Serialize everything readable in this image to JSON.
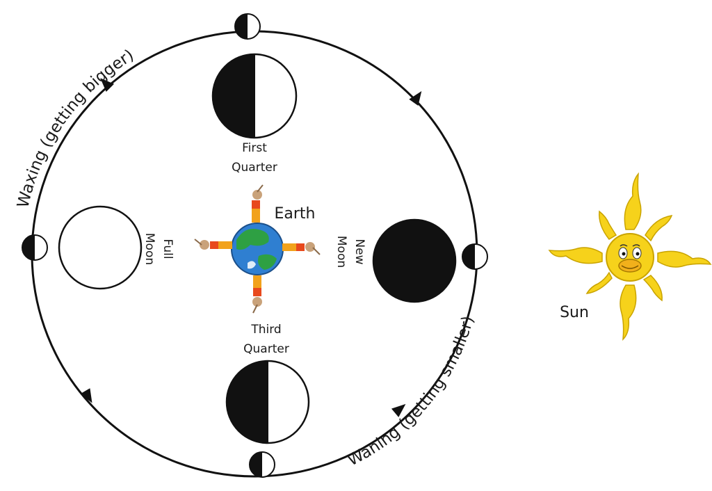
{
  "labels": {
    "first_quarter_line1": "First",
    "first_quarter_line2": "Quarter",
    "third_quarter_line1": "Third",
    "third_quarter_line2": "Quarter",
    "full_moon_line1": "Full",
    "full_moon_line2": "Moon",
    "new_moon_line1": "New",
    "new_moon_line2": "Moon",
    "earth": "Earth",
    "sun": "Sun",
    "waxing": "Waxing (getting bigger)",
    "waning": "Waning (getting smaller)"
  },
  "colors": {
    "orbit": "#111111",
    "moon_dark": "#111111",
    "moon_light": "#ffffff",
    "sun_fill": "#f6d21b",
    "sun_stroke": "#c9a300",
    "earth_ocean": "#2f7fd1",
    "earth_land": "#2ea043",
    "person_shirt": "#f2a21b",
    "person_pants": "#e8491d"
  }
}
